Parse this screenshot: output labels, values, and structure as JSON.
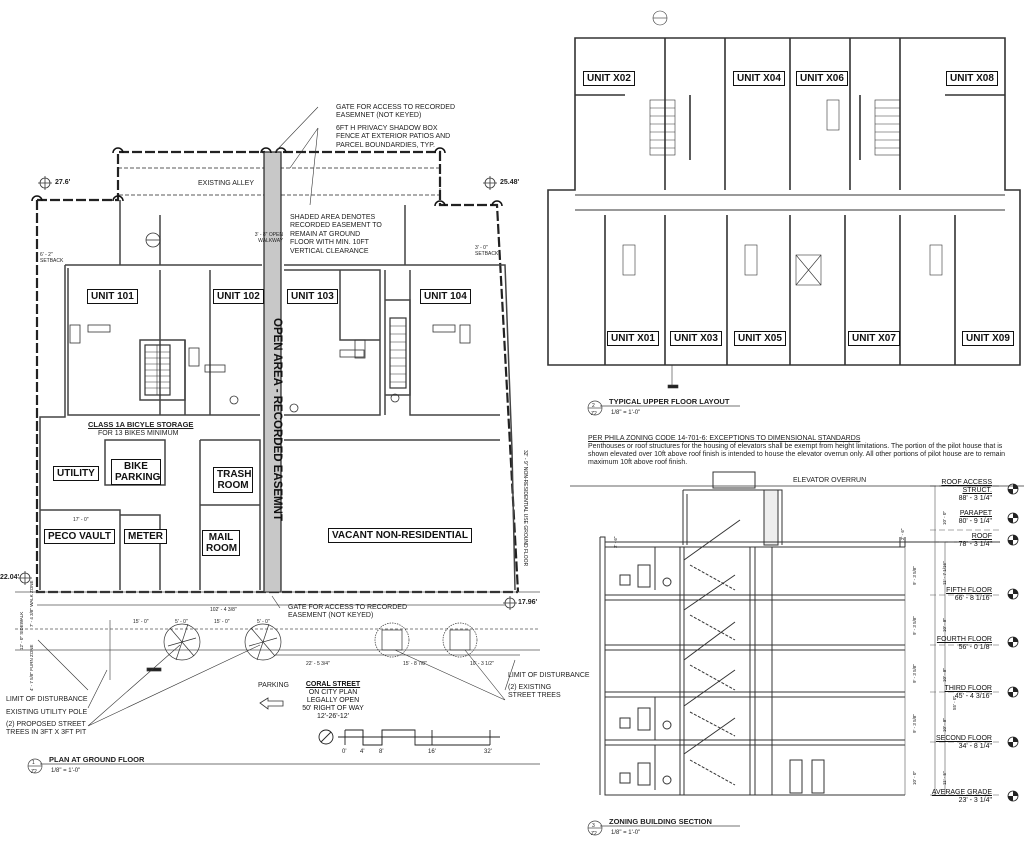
{
  "ground_floor_plan": {
    "title": "PLAN AT GROUND FLOOR",
    "scale": "1/8\" = 1'-0\"",
    "view_number": "1",
    "sheet": "Z2",
    "units": [
      "UNIT 101",
      "UNIT 102",
      "UNIT 103",
      "UNIT 104"
    ],
    "rooms": {
      "utility": "UTILITY",
      "bike_parking": "BIKE PARKING",
      "trash_room": "TRASH ROOM",
      "peco_vault": "PECO VAULT",
      "meter": "METER",
      "mail_room": "MAIL ROOM",
      "vacant": "VACANT NON-RESIDENTIAL"
    },
    "easement_label": "OPEN AREA - RECORDED EASEMNT",
    "bike_storage_note": "CLASS 1A BICYLE STORAGE",
    "bike_storage_sub": "FOR 13 BIKES MINIMUM",
    "notes": {
      "gate_top": "GATE FOR ACCESS TO RECORDED EASEMNET (NOT KEYED)",
      "fence": "6FT H PRIVACY SHADOW BOX FENCE AT EXTERIOR PATIOS AND PARCEL BOUNDARDIES, TYP.",
      "shaded": "SHADED AREA DENOTES RECORDED EASEMENT TO REMAIN AT GROUND FLOOR WITH MIN. 10FT VERTICAL CLEARANCE",
      "alley": "EXISTING ALLEY",
      "gate_bottom": "GATE FOR ACCESS TO RECORDED EASEMENT (NOT KEYED)",
      "limit_left": "LIMIT OF DISTURBANCE",
      "utility_pole": "EXISTING UTILITY POLE",
      "proposed_trees": "(2) PROPOSED STREET TREES IN 3FT X 3FT PIT",
      "limit_right": "LIMIT OF DISTURBANCE",
      "existing_trees": "(2) EXISTING STREET TREES",
      "parking": "PARKING",
      "open_walkway": "3' - 8\" OPEN WALKWAY",
      "setback_left": "6' - 2\" SETBACK",
      "setback_right": "3' - 0\" SETBACK",
      "nonres_dim": "32' - 9\" NON-RESIDENTIAL USE GROUND FLOOR"
    },
    "street": {
      "name": "CORAL STREET",
      "line1": "ON CITY PLAN",
      "line2": "LEGALLY OPEN",
      "line3": "50' RIGHT OF WAY",
      "line4": "12'-26'-12'"
    },
    "elevations": {
      "nw": "27.6'",
      "ne": "25.48'",
      "sw": "22.04'",
      "se": "17.96'"
    },
    "dimensions": {
      "frontage": "102' - 4 3/8\"",
      "d1": "15' - 0\"",
      "d2": "5' - 0\"",
      "d3": "15' - 0\"",
      "d4": "5' - 0\"",
      "d5": "22' - 5 3/4\"",
      "d6": "15' - 8 7/8\"",
      "d7": "10' - 3 1/2\"",
      "sidewalk": "12' - 0\" SIDEWALK",
      "walk_zone": "7' - 4 3/8\" WALK ZONE",
      "furn_zone": "4' - 7 5/8\" FURN ZONE",
      "vault": "17' - 0\""
    },
    "scale_bar": [
      "0'",
      "4'",
      "8'",
      "16'",
      "32'"
    ]
  },
  "upper_floor_plan": {
    "title": "TYPICAL UPPER FLOOR LAYOUT",
    "scale": "1/8\" = 1'-0\"",
    "view_number": "2",
    "sheet": "Z2",
    "units_top": [
      "UNIT X02",
      "UNIT X04",
      "UNIT X06",
      "UNIT X08"
    ],
    "units_bottom": [
      "UNIT X01",
      "UNIT X03",
      "UNIT X05",
      "UNIT X07",
      "UNIT X09"
    ]
  },
  "zoning_note": {
    "heading": "PER PHILA ZONING CODE 14-701-6: EXCEPTIONS TO DIMENSIONAL STANDARDS",
    "body": "Penthouses or roof structures for the housing of elevators shall be exempt from height limitations. The portion of the pilot house that is shown elevated over 10ft above roof finish is intended to house the elevator overrun only. All other portions of pilot house are to remain maximum 10ft above roof finish."
  },
  "section": {
    "title": "ZONING BUILDING SECTION",
    "scale": "1/8\" = 1'-0\"",
    "view_number": "3",
    "sheet": "Z2",
    "elevator_overrun": "ELEVATOR OVERRUN",
    "levels": [
      {
        "name": "ROOF ACCESS STRUCT.",
        "elev": "88' - 3 1/4\""
      },
      {
        "name": "PARAPET",
        "elev": "80' - 9 1/4\""
      },
      {
        "name": "ROOF",
        "elev": "78' - 3 1/4\""
      },
      {
        "name": "FIFTH FLOOR",
        "elev": "66' - 8 1/16\""
      },
      {
        "name": "FOURTH FLOOR",
        "elev": "56' - 0 1/8\""
      },
      {
        "name": "THIRD FLOOR",
        "elev": "45' - 4 3/16\""
      },
      {
        "name": "SECOND FLOOR",
        "elev": "34' - 8 1/4\""
      },
      {
        "name": "AVERAGE GRADE",
        "elev": "23' - 3 1/4\""
      }
    ],
    "dims_outer": [
      "10' - 0\"",
      "11' - 7 1/16\"",
      "10' - 8\"",
      "10' - 8\"",
      "10' - 8\"",
      "11' - 5\""
    ],
    "dims_total": "55' - 0\"",
    "dims_inner": [
      "9' - 3 5/8\"",
      "9' - 3 5/8\"",
      "9' - 3 5/8\"",
      "9' - 3 5/8\"",
      "10' - 0\""
    ],
    "parapet_dims": [
      "2' - 6\"",
      "2' - 6\""
    ]
  }
}
